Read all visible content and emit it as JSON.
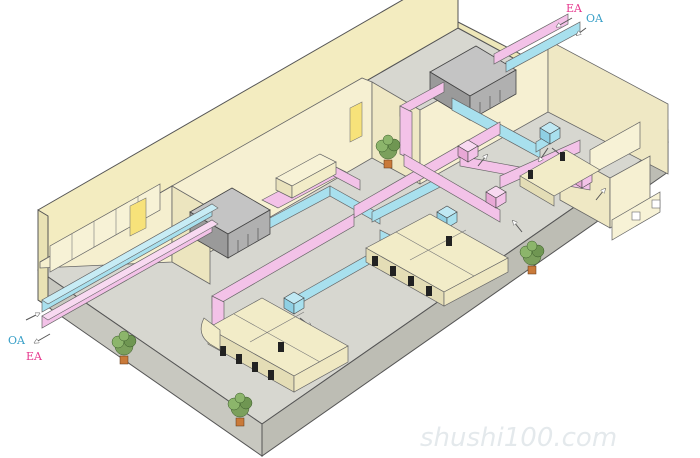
{
  "labels": {
    "ea": "EA",
    "oa": "OA"
  },
  "watermark": "shushi100.com",
  "colors": {
    "exhaust_duct": "#f3c2e8",
    "fresh_duct": "#a8e0ee",
    "floor": "#d7d7d0",
    "wall": "#f3ecc0",
    "unit": "#9a9a9a",
    "ea_label": "#e6398f",
    "oa_label": "#3aa0c8"
  }
}
